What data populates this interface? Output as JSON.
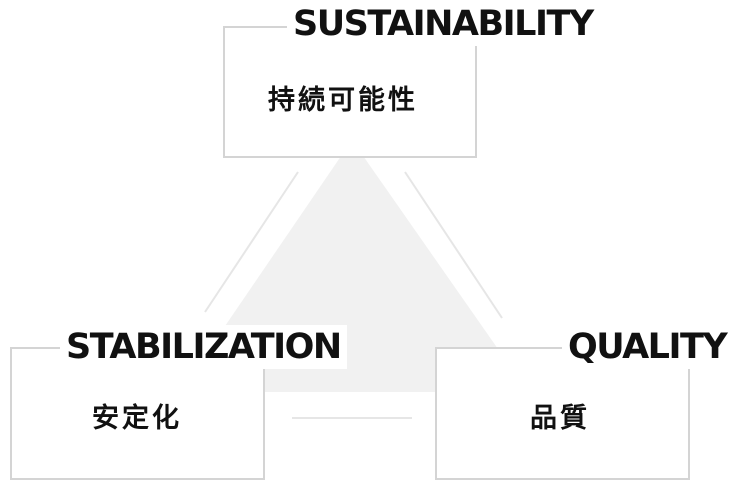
{
  "colors": {
    "triangle_fill": "#f1f1f1",
    "guide_line": "#e6e6e6",
    "box_border": "#d4d4d4",
    "text": "#111111"
  },
  "nodes": {
    "sustainability": {
      "title": "SUSTAINABILITY",
      "subtitle": "持続可能性"
    },
    "stabilization": {
      "title": "STABILIZATION",
      "subtitle": "安定化"
    },
    "quality": {
      "title": "QUALITY",
      "subtitle": "品質"
    }
  }
}
